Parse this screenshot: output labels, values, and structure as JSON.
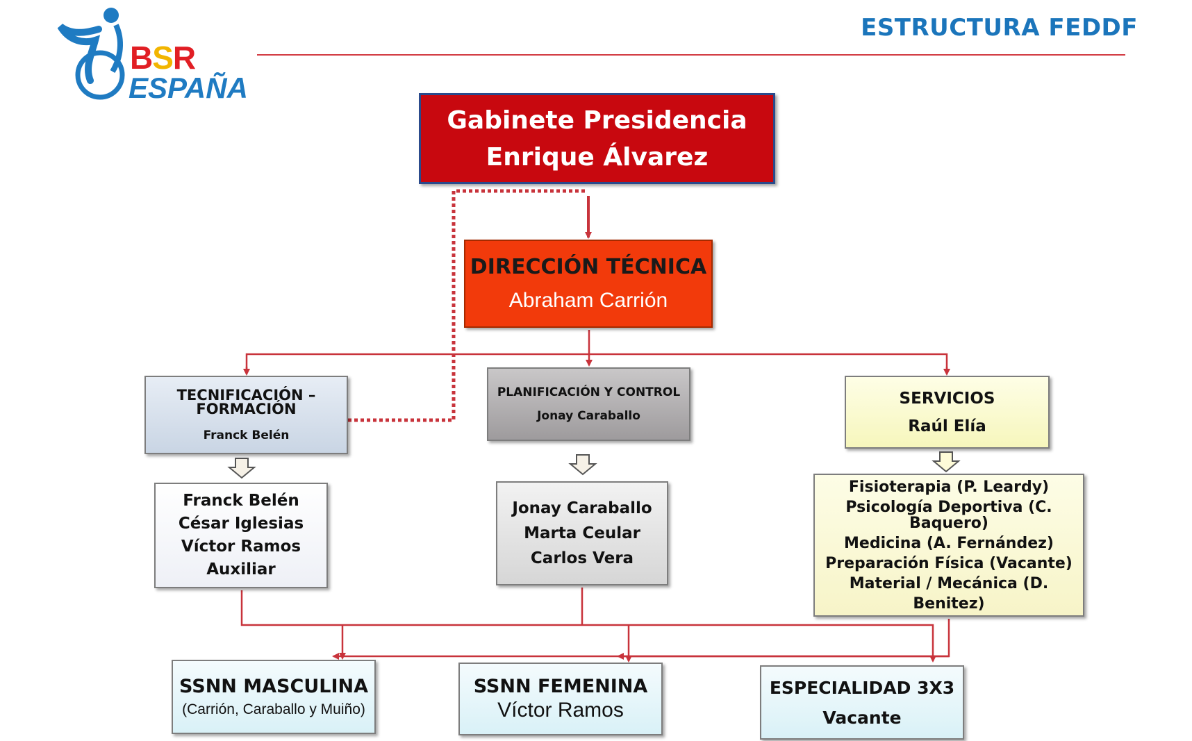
{
  "header": {
    "title": "ESTRUCTURA FEDDF",
    "logo": {
      "line1": "BSR",
      "line2": "ESPAÑA"
    }
  },
  "nodes": {
    "presidencia": {
      "title": "Gabinete Presidencia",
      "name": "Enrique Álvarez"
    },
    "direccion": {
      "title": "DIRECCIÓN TÉCNICA",
      "name": "Abraham Carrión"
    },
    "tecnificacion": {
      "title": "TECNIFICACIÓN – FORMACIÓN",
      "name": "Franck Belén"
    },
    "planificacion": {
      "title": "PLANIFICACIÓN Y CONTROL",
      "name": "Jonay Caraballo"
    },
    "servicios": {
      "title": "SERVICIOS",
      "name": "Raúl Elía"
    },
    "tecnificacion_staff": [
      "Franck Belén",
      "César Iglesias",
      "Víctor Ramos",
      "Auxiliar"
    ],
    "planificacion_staff": [
      "Jonay Caraballo",
      "Marta Ceular",
      "Carlos Vera"
    ],
    "servicios_staff": [
      "Fisioterapia (P. Leardy)",
      "Psicología Deportiva (C. Baquero)",
      "Medicina (A. Fernández)",
      "Preparación Física (Vacante)",
      "Material / Mecánica (D. Benitez)"
    ],
    "ssnn_masculina": {
      "title": "SSNN MASCULINA",
      "name": "(Carrión, Caraballo y Muiño)"
    },
    "ssnn_femenina": {
      "title": "SSNN FEMENINA",
      "name": "Víctor Ramos"
    },
    "especialidad": {
      "title": "ESPECIALIDAD 3X3",
      "name": "Vacante"
    }
  },
  "colors": {
    "title_blue": "#1b75bb",
    "connector_red": "#c8333b",
    "presidencia_red": "#c8080f",
    "direccion_orange": "#f23a0b"
  }
}
